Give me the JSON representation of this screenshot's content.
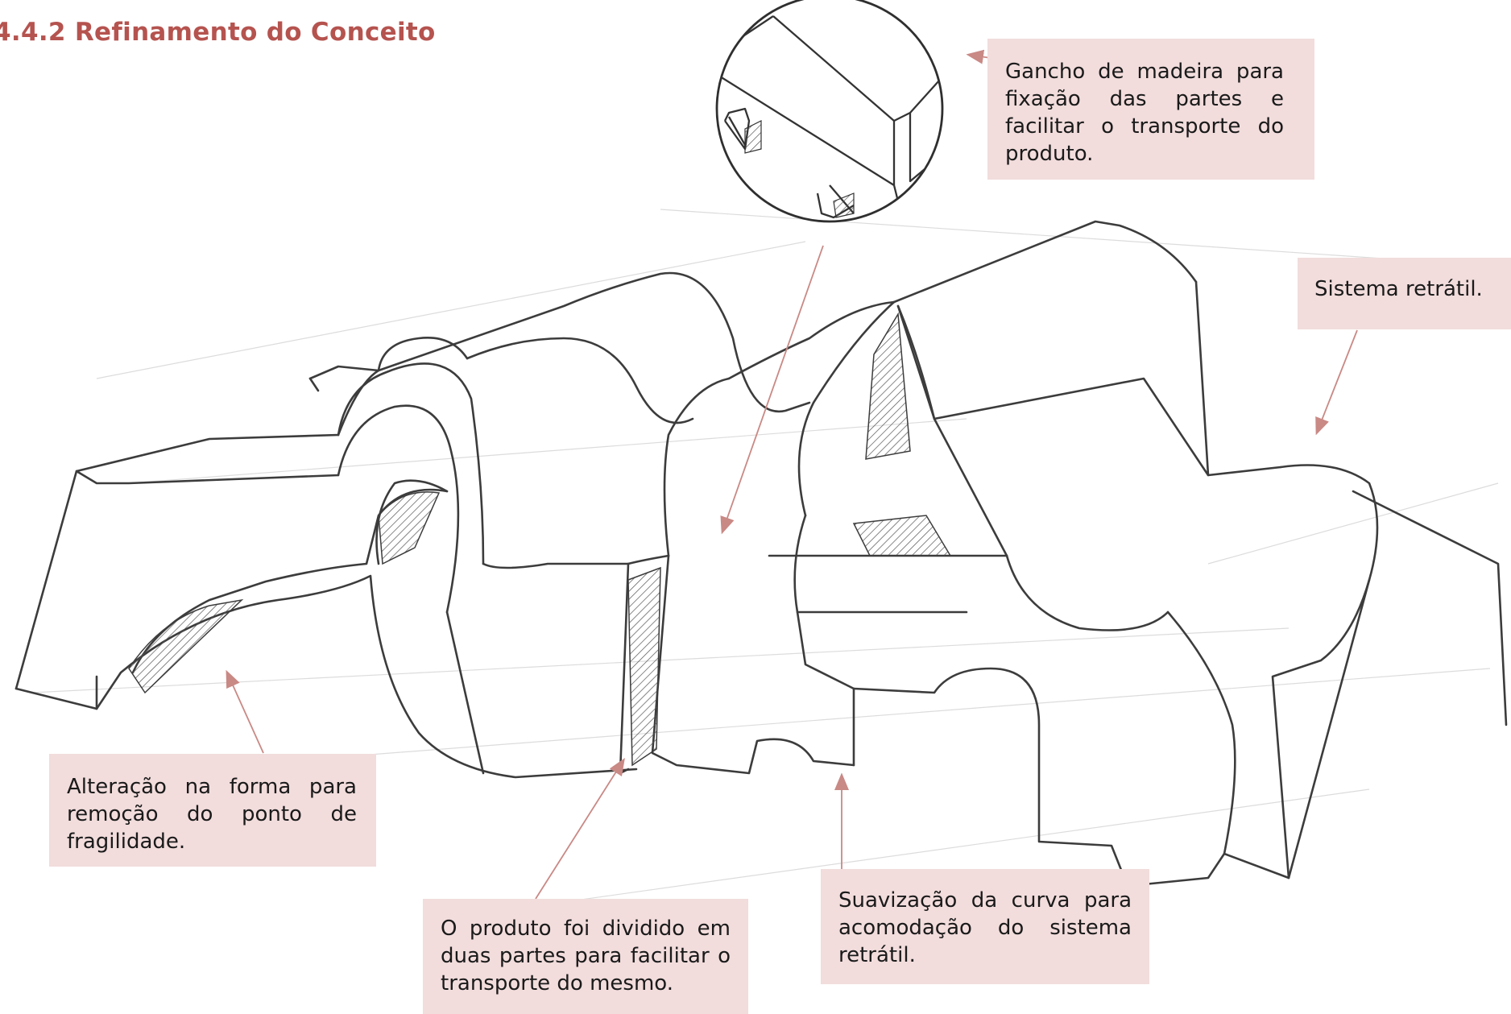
{
  "heading": "4.4.2  Refinamento do Conceito",
  "annotations": {
    "hook": "Gancho de madeira para fixação das partes e facilitar o transporte do produto.",
    "retractable": "Sistema retrátil.",
    "form_change": "Alteração na forma para remoção do ponto de fragilidade.",
    "divided": "O produto foi dividido em duas partes para facilitar o transporte do mesmo.",
    "curve": "Suavização da curva para acomodação do sistema retrátil."
  },
  "colors": {
    "accent": "#b5534f",
    "note_bg": "#f2dcdc",
    "arrow": "#c98985",
    "sketch": "#3c3c3c"
  }
}
